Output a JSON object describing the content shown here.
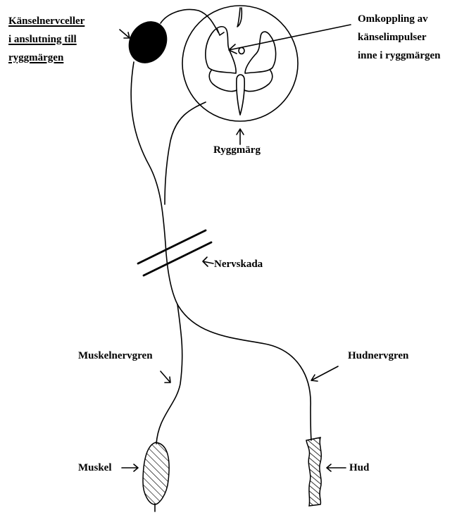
{
  "labels": {
    "sensory_cells": [
      "Känselnervceller",
      "i anslutning till",
      "ryggmärgen"
    ],
    "switching": [
      "Omkoppling av",
      "känselimpulser",
      "inne i ryggmärgen"
    ],
    "spinal_cord": "Ryggmärg",
    "nerve_injury": "Nervskada",
    "muscle_branch": "Muskelnervgren",
    "skin_branch": "Hudnervgren",
    "muscle": "Muskel",
    "skin": "Hud"
  },
  "colors": {
    "ink": "#000000",
    "background": "#ffffff"
  }
}
